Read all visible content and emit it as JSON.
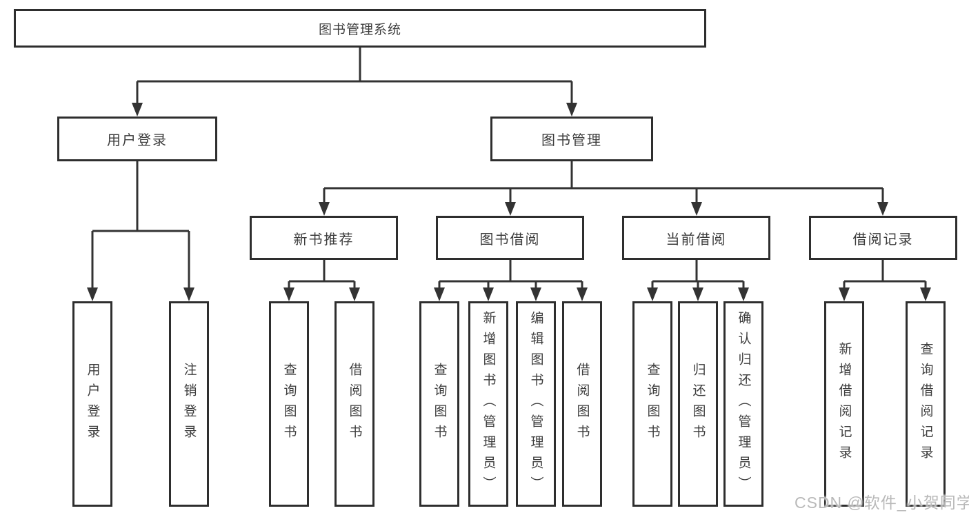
{
  "diagram_title": "图书管理系统",
  "tree": {
    "label": "图书管理系统",
    "children": [
      {
        "label": "用户登录",
        "children": [
          {
            "label": "用户登录"
          },
          {
            "label": "注销登录"
          }
        ]
      },
      {
        "label": "图书管理",
        "children": [
          {
            "label": "新书推荐",
            "children": [
              {
                "label": "查询图书"
              },
              {
                "label": "借阅图书"
              }
            ]
          },
          {
            "label": "图书借阅",
            "children": [
              {
                "label": "查询图书"
              },
              {
                "label": "新增图书（管理员）"
              },
              {
                "label": "编辑图书（管理员）"
              },
              {
                "label": "借阅图书"
              }
            ]
          },
          {
            "label": "当前借阅",
            "children": [
              {
                "label": "查询图书"
              },
              {
                "label": "归还图书"
              },
              {
                "label": "确认归还（管理员）"
              }
            ]
          },
          {
            "label": "借阅记录",
            "children": [
              {
                "label": "新增借阅记录"
              },
              {
                "label": "查询借阅记录"
              }
            ]
          }
        ]
      }
    ]
  },
  "watermark": {
    "text": "CSDN @软件_小贺同学"
  },
  "colors": {
    "line": "#333333",
    "arrow": "#333333",
    "box_border": "#2e2e2e",
    "box_fill": "#ffffff",
    "text": "#3d3d3d",
    "background": "#ffffff",
    "watermark": "#b9b9b9"
  }
}
